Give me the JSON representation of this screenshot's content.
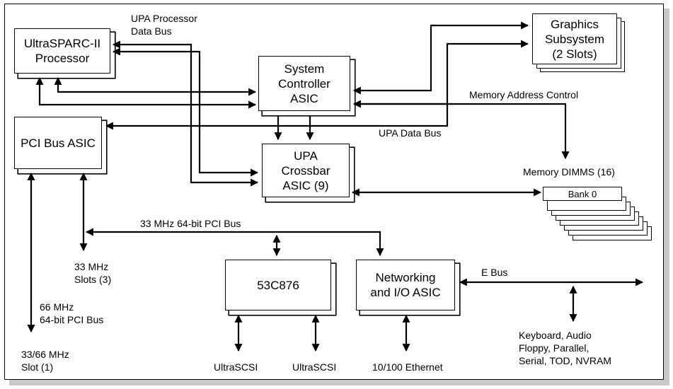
{
  "blocks": {
    "processor": "UltraSPARC-II\nProcessor",
    "system_controller": "System\nController\nASIC",
    "graphics": "Graphics\nSubsystem\n(2 Slots)",
    "pci_bus_asic": "PCI Bus ASIC",
    "crossbar": "UPA\nCrossbar\nASIC (9)",
    "scsi_chip": "53C876",
    "networking": "Networking\nand I/O ASIC",
    "bank0": "Bank 0"
  },
  "labels": {
    "upa_processor_data_bus": "UPA Processor\nData Bus",
    "memory_address_control": "Memory Address Control",
    "upa_data_bus": "UPA Data Bus",
    "memory_dimms": "Memory DIMMS (16)",
    "pci_bus_33": "33 MHz 64-bit PCI Bus",
    "slots_33": "33 MHz\nSlots (3)",
    "pci_bus_66": "66 MHz\n64-bit PCI Bus",
    "slot_3366": "33/66 MHz\nSlot (1)",
    "ultrascsi_1": "UltraSCSI",
    "ultrascsi_2": "UltraSCSI",
    "ethernet": "10/100 Ethernet",
    "e_bus": "E Bus",
    "peripherals": "Keyboard, Audio\nFloppy, Parallel,\nSerial, TOD, NVRAM"
  }
}
